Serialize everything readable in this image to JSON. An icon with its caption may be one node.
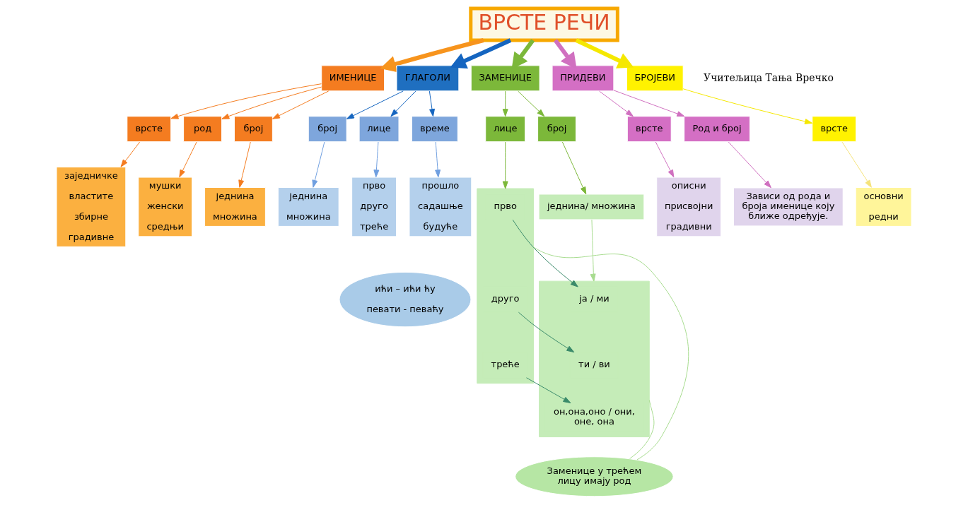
{
  "diagram": {
    "nodes": [
      {
        "text": [
          "ВРСТЕ РЕЧИ"
        ]
      },
      {
        "text": [
          "ИМЕНИЦЕ"
        ]
      },
      {
        "text": [
          "ГЛАГОЛИ"
        ]
      },
      {
        "text": [
          "ЗАМЕНИЦЕ"
        ]
      },
      {
        "text": [
          "ПРИДЕВИ"
        ]
      },
      {
        "text": [
          "БРОЈЕВИ"
        ]
      },
      {
        "text": [
          "врсте"
        ]
      },
      {
        "text": [
          "род"
        ]
      },
      {
        "text": [
          "број"
        ]
      },
      {
        "text": [
          "заједничке",
          "властите",
          "збирне",
          "градивне"
        ]
      },
      {
        "text": [
          "мушки",
          "женски",
          "средњи"
        ]
      },
      {
        "text": [
          "једнина",
          "множина"
        ]
      },
      {
        "text": [
          "број"
        ]
      },
      {
        "text": [
          "лице"
        ]
      },
      {
        "text": [
          "време"
        ]
      },
      {
        "text": [
          "једнина",
          "множина"
        ]
      },
      {
        "text": [
          "прво",
          "друго",
          "треће"
        ]
      },
      {
        "text": [
          "прошло",
          "садашње",
          "будуће"
        ]
      },
      {
        "text": [
          "ићи – ићи ћу",
          "певати - певаћу"
        ]
      },
      {
        "text": [
          "лице"
        ]
      },
      {
        "text": [
          "број"
        ]
      },
      {
        "text": [],
        "shape": "box"
      },
      {
        "text": [
          "прво"
        ],
        "in": 21
      },
      {
        "text": [
          "друго"
        ],
        "in": 21
      },
      {
        "text": [
          "треће"
        ],
        "in": 21
      },
      {
        "text": [
          "једнина/ множина"
        ]
      },
      {
        "text": [],
        "shape": "box"
      },
      {
        "text": [
          "ја / ми"
        ],
        "in": 26
      },
      {
        "text": [
          "ти / ви"
        ],
        "in": 26
      },
      {
        "text": [
          "он,она,оно / они, оне, она"
        ],
        "in": 26
      },
      {
        "text": [
          "Заменице у трећем лицу имају род"
        ]
      },
      {
        "text": [
          "врсте"
        ]
      },
      {
        "text": [
          "Род и број"
        ]
      },
      {
        "text": [
          "описни",
          "присвојни",
          "градивни"
        ]
      },
      {
        "text": [
          "Зависи од рода и броја именице коју ближе одређује."
        ]
      },
      {
        "text": [
          "врсте"
        ]
      },
      {
        "text": [
          "основни",
          "редни"
        ]
      }
    ],
    "edges": [
      {
        "from": 0,
        "to": 1,
        "arrow": "to",
        "style": "thick",
        "color": "#f7941d"
      },
      {
        "from": 0,
        "to": 2,
        "arrow": "to",
        "style": "thick",
        "color": "#1565c0"
      },
      {
        "from": 0,
        "to": 3,
        "arrow": "to",
        "style": "thick",
        "color": "#7cb83a"
      },
      {
        "from": 0,
        "to": 4,
        "arrow": "to",
        "style": "thick",
        "color": "#d070c0"
      },
      {
        "from": 0,
        "to": 5,
        "arrow": "to",
        "style": "thick",
        "color": "#f5e800"
      },
      {
        "from": 1,
        "to": 6,
        "arrow": "to",
        "color": "#f47c20"
      },
      {
        "from": 1,
        "to": 7,
        "arrow": "to",
        "color": "#f47c20"
      },
      {
        "from": 1,
        "to": 8,
        "arrow": "to",
        "color": "#f47c20"
      },
      {
        "from": 6,
        "to": 9,
        "arrow": "to",
        "color": "#f47c20"
      },
      {
        "from": 7,
        "to": 10,
        "arrow": "to",
        "color": "#f47c20"
      },
      {
        "from": 8,
        "to": 11,
        "arrow": "to",
        "color": "#f47c20"
      },
      {
        "from": 2,
        "to": 12,
        "arrow": "to",
        "color": "#1565c0"
      },
      {
        "from": 2,
        "to": 13,
        "arrow": "to",
        "color": "#1565c0"
      },
      {
        "from": 2,
        "to": 14,
        "arrow": "to",
        "color": "#1565c0"
      },
      {
        "from": 12,
        "to": 15,
        "arrow": "to",
        "color": "#6f9fe0"
      },
      {
        "from": 13,
        "to": 16,
        "arrow": "to",
        "color": "#6f9fe0"
      },
      {
        "from": 14,
        "to": 17,
        "arrow": "to",
        "color": "#6f9fe0"
      },
      {
        "from": 3,
        "to": 19,
        "arrow": "to",
        "color": "#7cb83a"
      },
      {
        "from": 3,
        "to": 20,
        "arrow": "to",
        "color": "#7cb83a"
      },
      {
        "from": 19,
        "to": 21,
        "arrow": "to",
        "color": "#7cb83a"
      },
      {
        "from": 20,
        "to": 25,
        "arrow": "to",
        "color": "#7cb83a"
      },
      {
        "from": 25,
        "to": 26,
        "arrow": "to",
        "color": "#a8dc90"
      },
      {
        "from": 22,
        "to": 27,
        "arrow": "to",
        "color": "#3a8a6a"
      },
      {
        "from": 23,
        "to": 28,
        "arrow": "to",
        "color": "#3a8a6a"
      },
      {
        "from": 24,
        "to": 29,
        "arrow": "to",
        "color": "#3a8a6a"
      },
      {
        "from": 30,
        "to": 21,
        "arrow": "none",
        "color": "#a8dc90"
      },
      {
        "from": 30,
        "to": 26,
        "arrow": "none",
        "color": "#a8dc90"
      },
      {
        "from": 4,
        "to": 31,
        "arrow": "to",
        "color": "#d070c0"
      },
      {
        "from": 4,
        "to": 32,
        "arrow": "to",
        "color": "#d070c0"
      },
      {
        "from": 31,
        "to": 33,
        "arrow": "to",
        "color": "#d070c0"
      },
      {
        "from": 32,
        "to": 34,
        "arrow": "to",
        "color": "#d070c0"
      },
      {
        "from": 5,
        "to": 35,
        "arrow": "to",
        "color": "#f5e800"
      },
      {
        "from": 35,
        "to": 36,
        "arrow": "to",
        "color": "#f5e37a"
      }
    ],
    "labels": [
      "Учитељица Тања Вречко"
    ]
  }
}
